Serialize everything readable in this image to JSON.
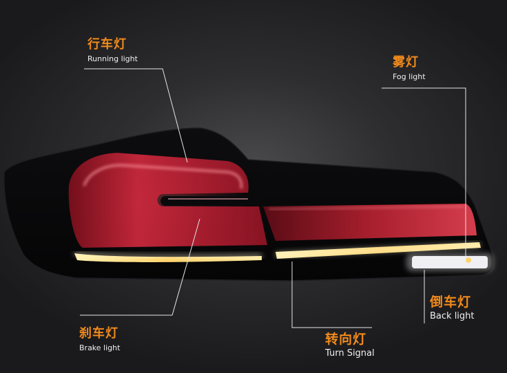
{
  "labels": {
    "running": {
      "zh": "行车灯",
      "en": "Running light"
    },
    "fog": {
      "zh": "雾灯",
      "en": "Fog light"
    },
    "brake": {
      "zh": "刹车灯",
      "en": "Brake light"
    },
    "turn": {
      "zh": "转向灯",
      "en": "Turn Signal"
    },
    "back": {
      "zh": "倒车灯",
      "en": "Back light"
    }
  },
  "colors": {
    "accent": "#f18a1c",
    "red_glow": "#e8344a",
    "amber_strip": "#ffd98a",
    "leader_line": "#e6e6e6"
  }
}
